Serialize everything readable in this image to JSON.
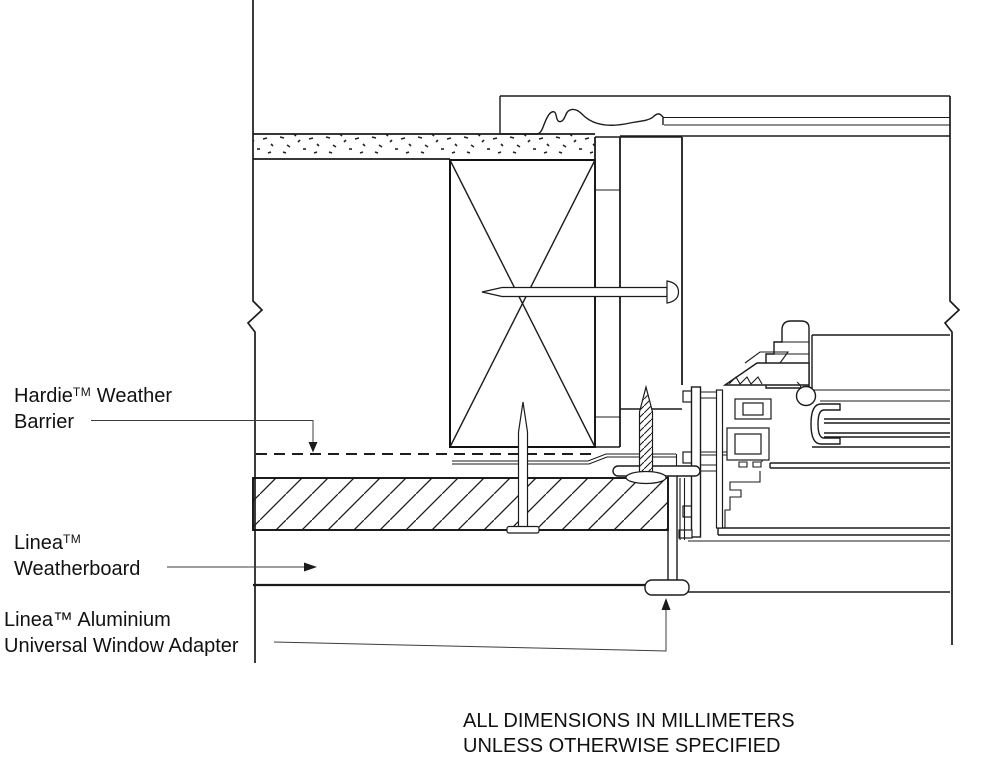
{
  "labels": {
    "weather_barrier": {
      "brand": "Hardie",
      "tm": "TM",
      "suffix": " Weather",
      "line2": "Barrier"
    },
    "weatherboard": {
      "brand": "Linea",
      "tm": "TM",
      "line2": "Weatherboard"
    },
    "adapter": {
      "line1": "Linea™ Aluminium",
      "line2": "Universal Window Adapter"
    }
  },
  "note": {
    "line1": "ALL DIMENSIONS IN MILLIMETERS",
    "line2": "UNLESS OTHERWISE SPECIFIED"
  },
  "colors": {
    "line": "#1b1b1b",
    "background": "#ffffff"
  }
}
